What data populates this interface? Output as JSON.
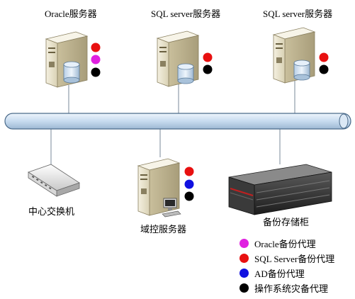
{
  "servers": [
    {
      "label": "Oracle服务器",
      "agents": [
        "Oracle备份代理",
        "SQL Server备份代理",
        "操作系统灾备代理"
      ]
    },
    {
      "label": "SQL server服务器",
      "agents": [
        "SQL Server备份代理",
        "操作系统灾备代理"
      ]
    },
    {
      "label": "SQL server服务器",
      "agents": [
        "SQL Server备份代理",
        "操作系统灾备代理"
      ]
    }
  ],
  "switch_label": "中心交换机",
  "domain_controller": {
    "label": "域控服务器",
    "agents": [
      "SQL Server备份代理",
      "AD备份代理",
      "操作系统灾备代理"
    ]
  },
  "storage_label": "备份存储柜",
  "legend": [
    {
      "label": "Oracle备份代理",
      "color": "#e020e0"
    },
    {
      "label": "SQL Server备份代理",
      "color": "#e81010"
    },
    {
      "label": "AD备份代理",
      "color": "#1010e0"
    },
    {
      "label": "操作系统灾备代理",
      "color": "#000000"
    }
  ],
  "colors": {
    "bus_fill": "#cfe0f0",
    "bus_stroke": "#4a6a8a",
    "server_body": "#e8e2cc"
  }
}
